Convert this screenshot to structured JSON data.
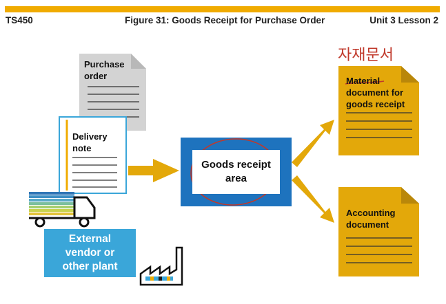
{
  "header": {
    "course": "TS450",
    "figure_title": "Figure 31: Goods Receipt for Purchase Order",
    "unit": "Unit 3 Lesson 2"
  },
  "documents": {
    "purchase_order": "Purchase\norder",
    "delivery_note": "Delivery\nnote",
    "material_document": "Material\ndocument for\ngoods receipt",
    "accounting_document": "Accounting\ndocument"
  },
  "goods_receipt_area": "Goods receipt\narea",
  "source": "External\nvendor or\nother plant",
  "annotation": "자재문서",
  "colors": {
    "accent_yellow": "#f0ab00",
    "doc_gold": "#e3a80a",
    "blue_box": "#1e73be",
    "light_blue": "#3aa6d9",
    "gray_doc": "#d3d3d3",
    "red_pen": "#c0392b"
  }
}
